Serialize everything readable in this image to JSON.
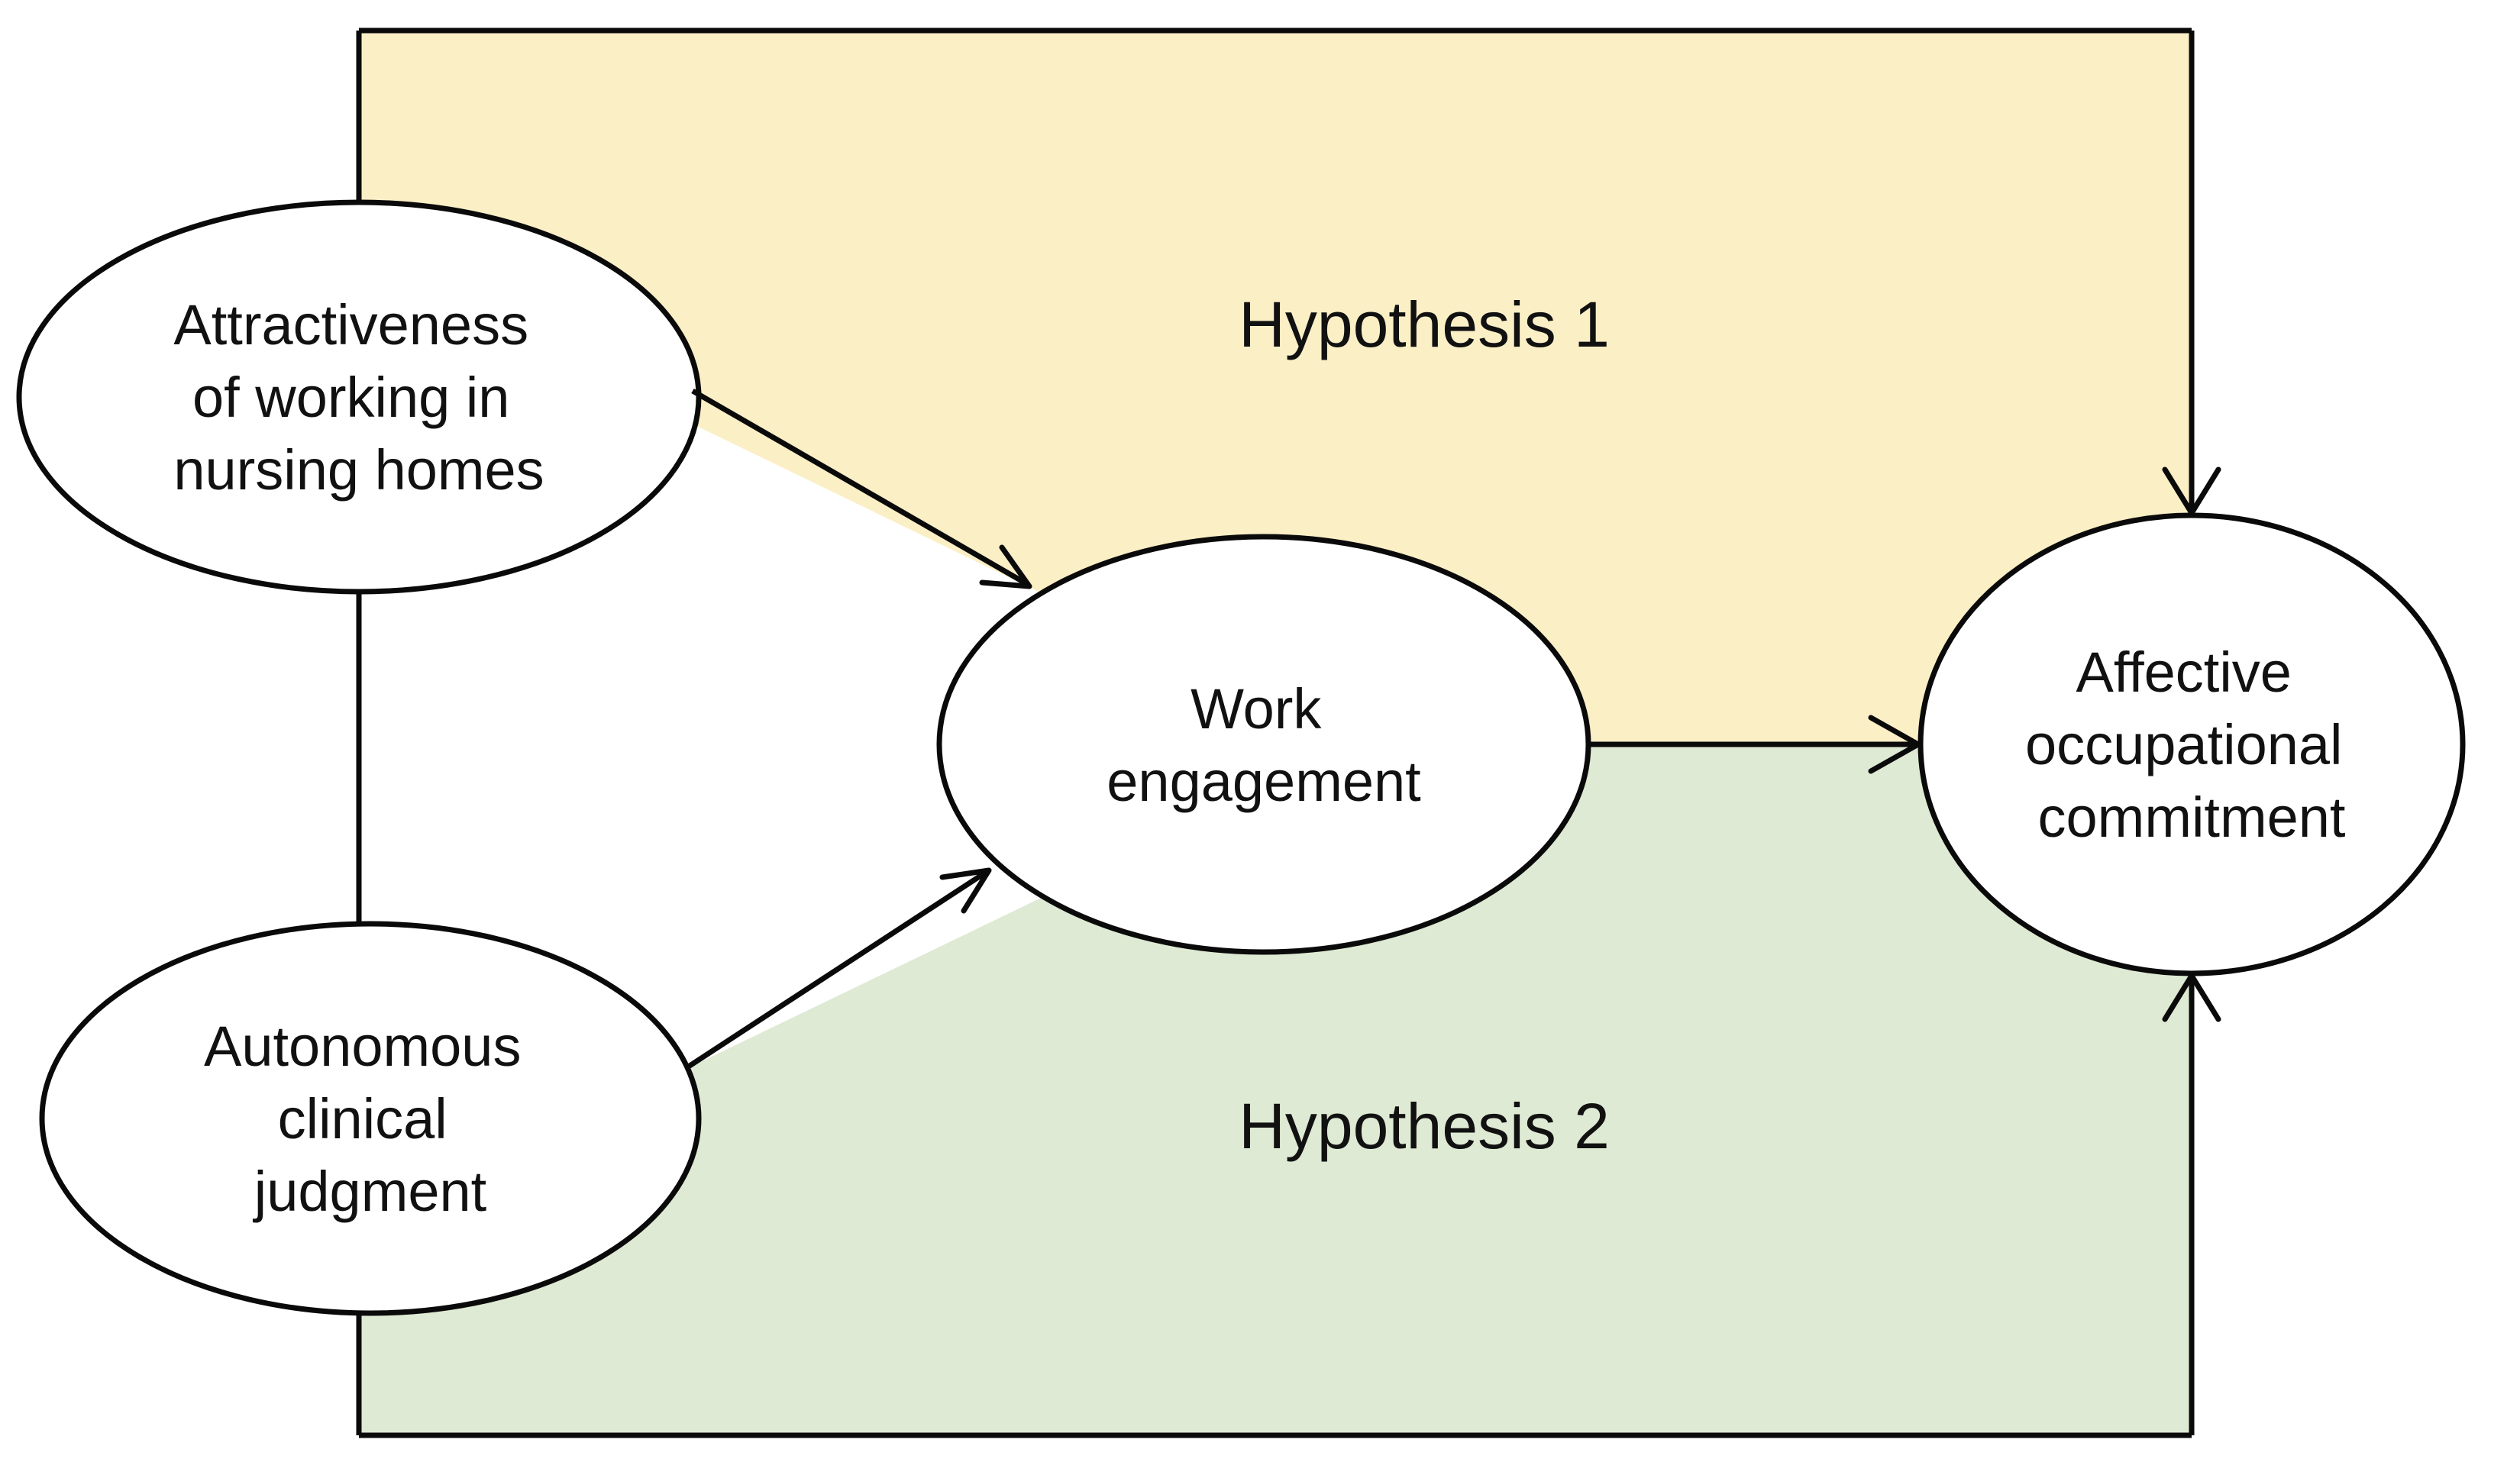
{
  "diagram": {
    "type": "conceptual-model",
    "colors": {
      "hypothesis1_fill": "#FBEFC6",
      "hypothesis2_fill": "#DEEAD3",
      "node_fill": "#FFFFFF",
      "line_color": "#0A0A0A",
      "text_color": "#111111",
      "background": "#FFFFFF"
    },
    "regions": [
      {
        "id": "hypothesis1",
        "label": "Hypothesis 1",
        "fill": "#FBEFC6"
      },
      {
        "id": "hypothesis2",
        "label": "Hypothesis 2",
        "fill": "#DEEAD3"
      }
    ],
    "nodes": [
      {
        "id": "attractiveness",
        "lines": [
          "Attractiveness",
          "of working in",
          "nursing homes"
        ]
      },
      {
        "id": "autonomous",
        "lines": [
          "Autonomous",
          "clinical",
          "judgment"
        ]
      },
      {
        "id": "work",
        "lines": [
          "Work",
          "engagement"
        ]
      },
      {
        "id": "affective",
        "lines": [
          "Affective",
          "occupational",
          "commitment"
        ]
      }
    ],
    "edges": [
      {
        "from": "attractiveness",
        "to": "work"
      },
      {
        "from": "autonomous",
        "to": "work"
      },
      {
        "from": "work",
        "to": "affective"
      },
      {
        "from": "hypothesis1-path",
        "to": "affective"
      },
      {
        "from": "hypothesis2-path",
        "to": "affective"
      }
    ]
  }
}
